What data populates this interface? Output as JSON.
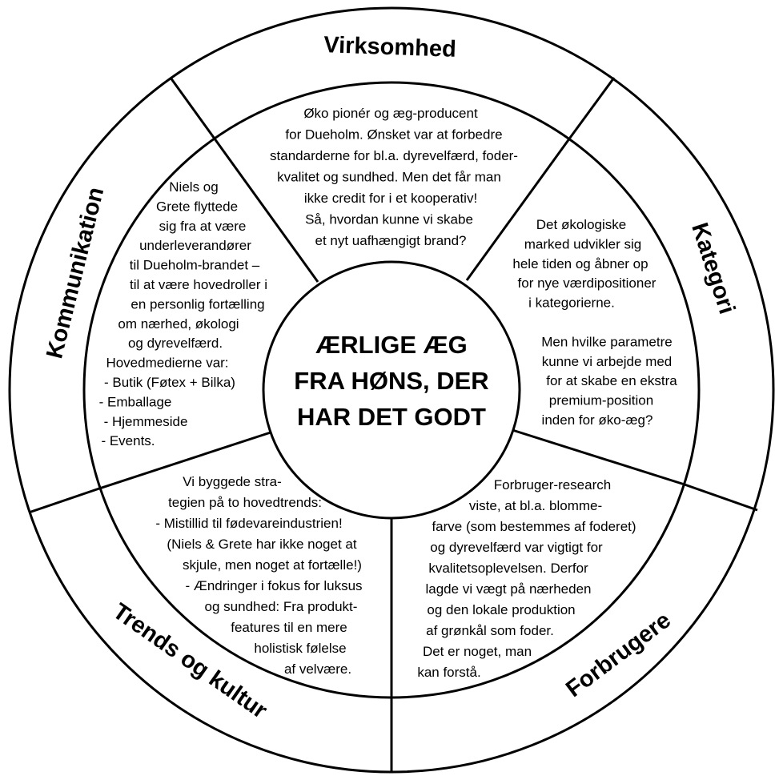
{
  "center_lines": [
    "ÆRLIGE ÆG",
    "FRA HØNS, DER",
    "HAR DET GODT"
  ],
  "labels": {
    "virksomhed": "Virksomhed",
    "kategori": "Kategori",
    "forbrugere": "Forbrugere",
    "trends": "Trends og kultur",
    "kommunikation": "Kommunikation"
  },
  "segments": {
    "virksomhed": [
      "Øko pionér og æg-producent",
      "for Dueholm. Ønsket var at forbedre",
      "standarderne for bl.a. dyrevelfærd, foder-",
      "kvalitet og sundhed. Men det får man",
      "ikke credit for i et kooperativ!",
      "Så, hvordan kunne vi skabe",
      "et nyt uafhængigt brand?"
    ],
    "kategori": [
      "Det økologiske",
      "marked udvikler sig",
      "hele tiden og åbner op",
      "for nye værdipositioner",
      "i kategorierne.",
      "",
      "Men hvilke parametre",
      "kunne vi arbejde med",
      "for at skabe en ekstra",
      "premium-position",
      "inden for øko-æg?"
    ],
    "forbrugere": [
      "Forbruger-research",
      "viste, at bl.a. blomme-",
      "farve (som bestemmes af foderet)",
      "og dyrevelfærd var vigtigt for",
      "kvalitetsoplevelsen. Derfor",
      "lagde vi vægt på nærheden",
      "og den lokale produktion",
      "af grønkål som foder.",
      "Det er noget, man",
      "kan forstå."
    ],
    "trends": [
      "Vi byggede stra-",
      "tegien på to hovedtrends:",
      "- Mistillid til fødevareindustrien!",
      "(Niels & Grete har ikke noget at",
      "skjule, men noget at fortælle!)",
      "- Ændringer i fokus for luksus",
      "og sundhed: Fra produkt-",
      "features til en mere",
      "holistisk følelse",
      "af velvære."
    ],
    "kommunikation": [
      "Niels og",
      "Grete flyttede",
      "sig fra at være",
      "underleverandører",
      "til Dueholm-brandet –",
      "til at være hovedroller i",
      "en personlig fortælling",
      "om nærhed, økologi",
      "og dyrevelfærd.",
      "Hovedmedierne var:",
      "- Butik (Føtex + Bilka)",
      "- Emballage",
      "- Hjemmeside",
      "- Events."
    ]
  }
}
